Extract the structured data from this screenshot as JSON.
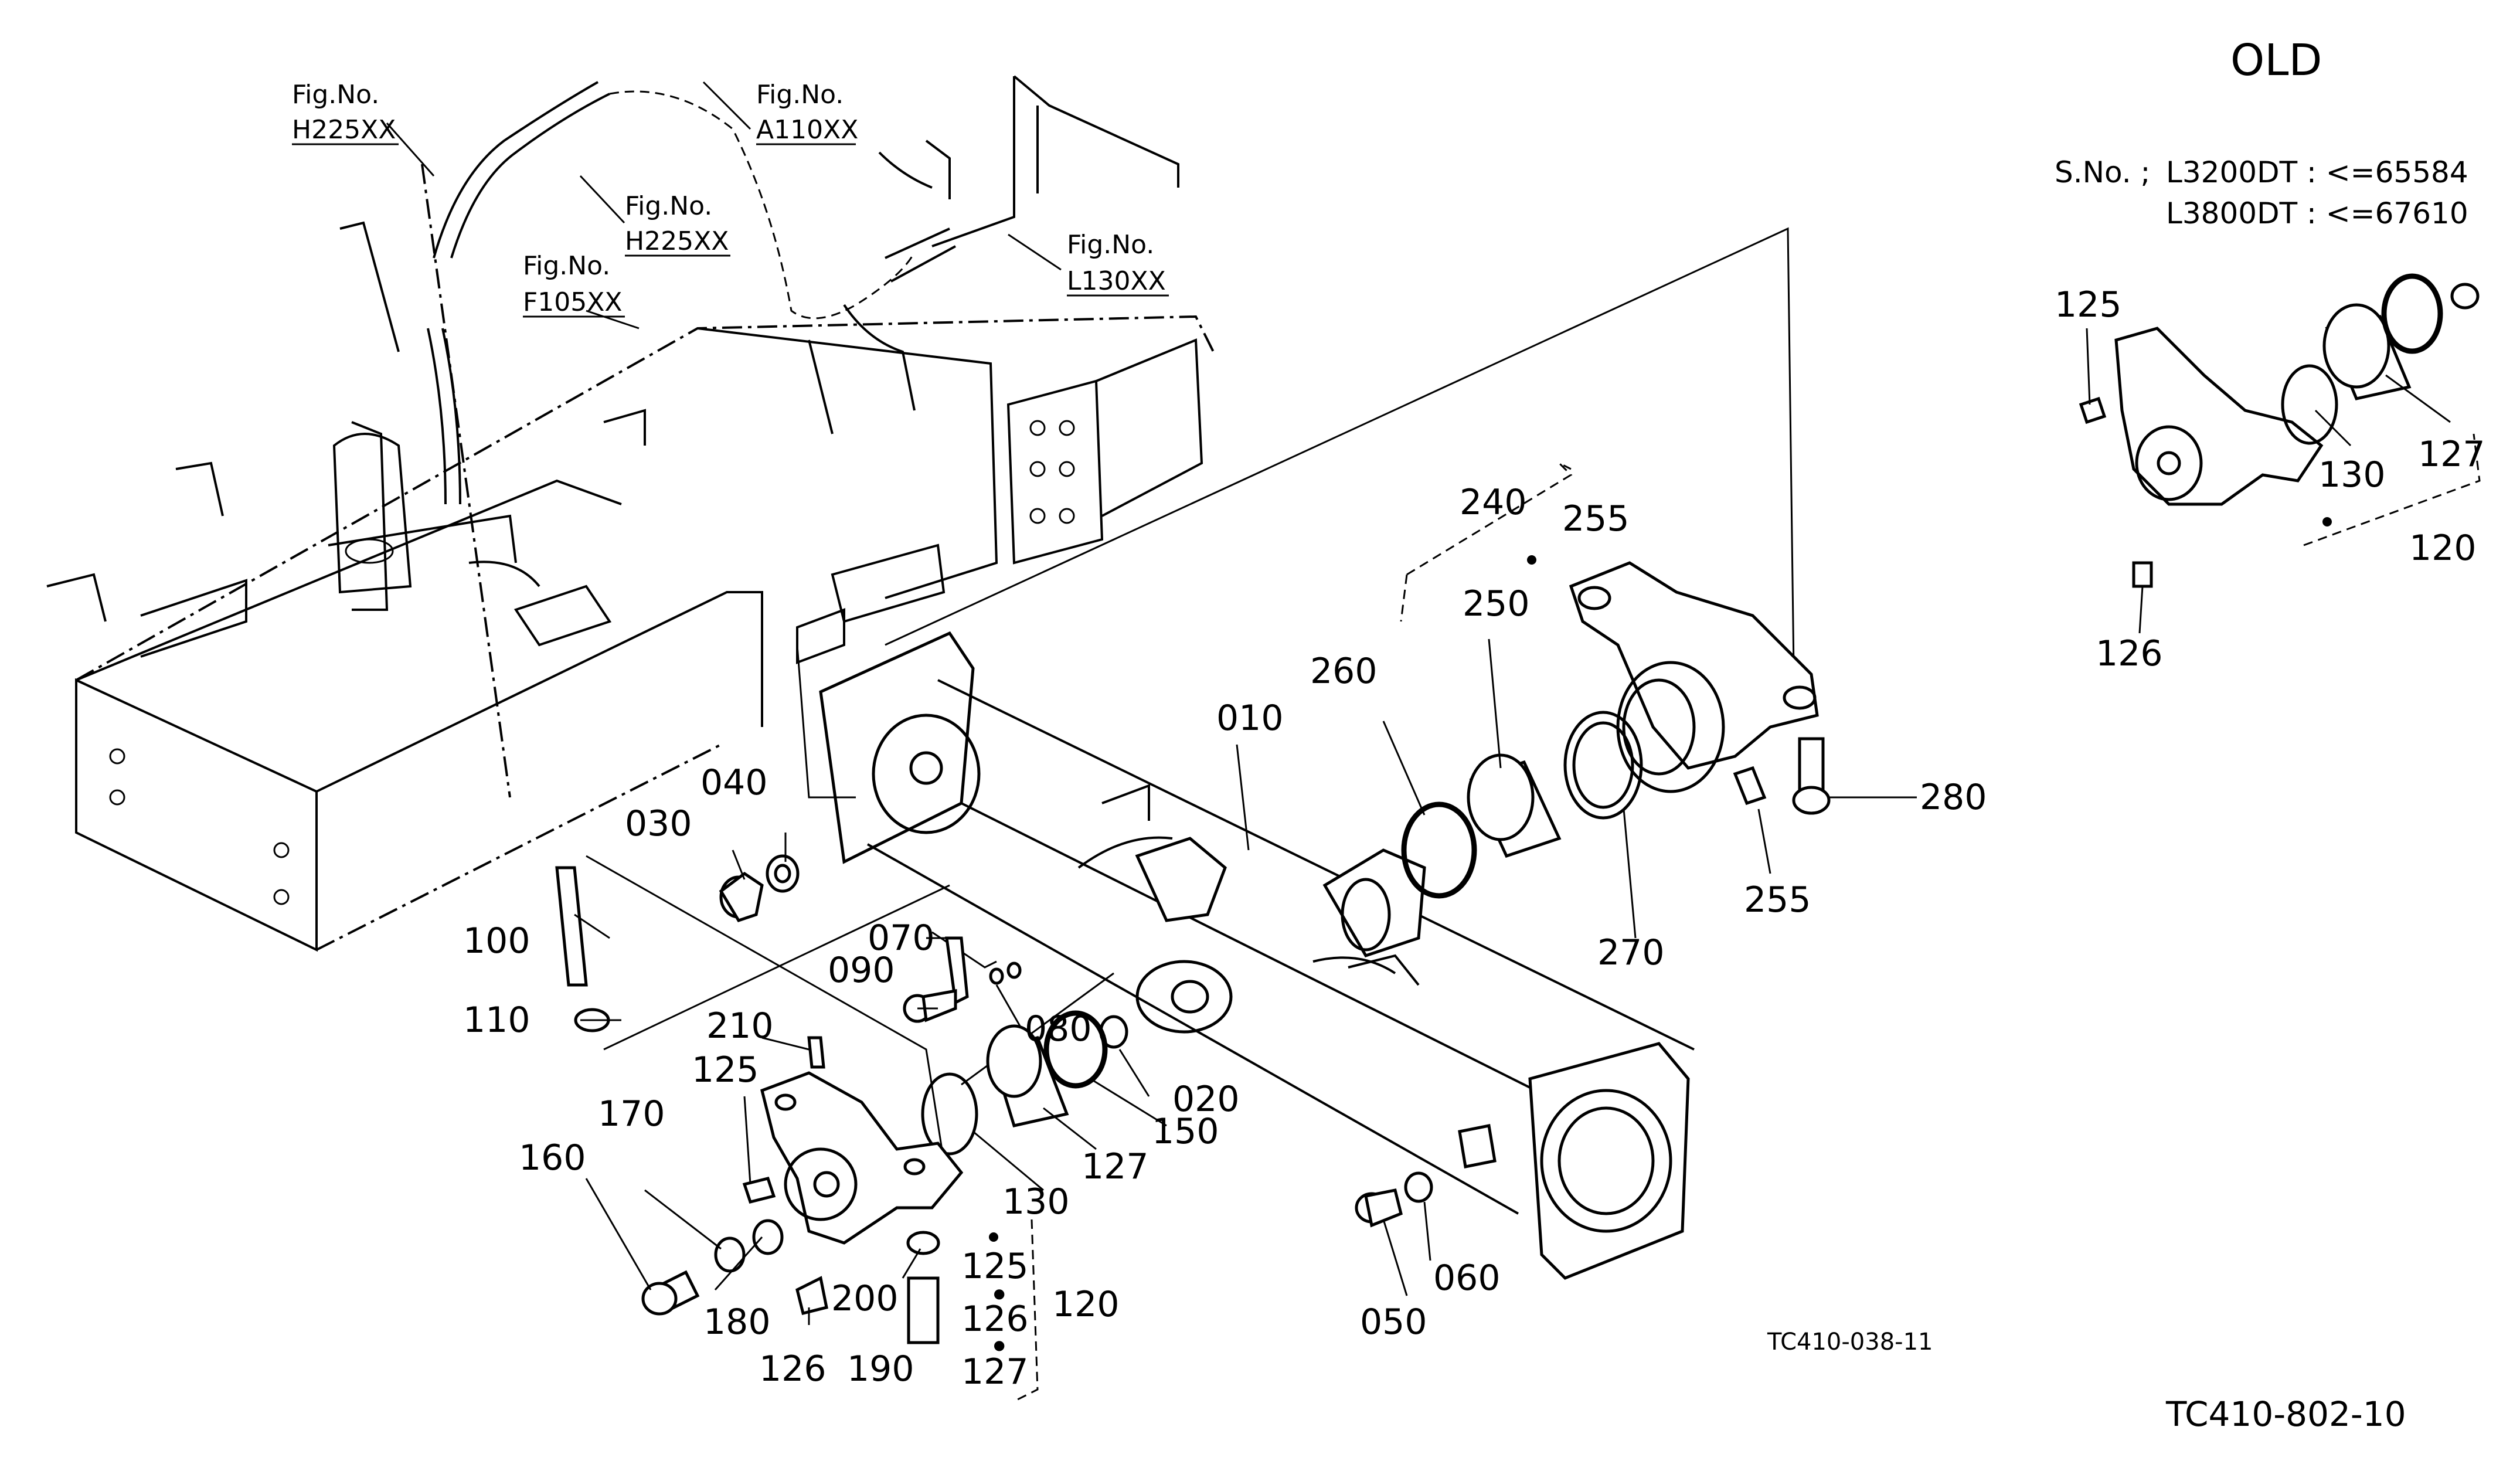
{
  "header": {
    "title": "OLD",
    "serial_prefix": "S.No. ;",
    "serial_lines": [
      "L3200DT : <=65584",
      "L3800DT : <=67610"
    ]
  },
  "figure_refs": [
    {
      "id": "fig-h225-left",
      "label": "Fig.No.",
      "code": "H225XX"
    },
    {
      "id": "fig-a110",
      "label": "Fig.No.",
      "code": "A110XX"
    },
    {
      "id": "fig-h225-mid",
      "label": "Fig.No.",
      "code": "H225XX"
    },
    {
      "id": "fig-f105",
      "label": "Fig.No.",
      "code": "F105XX"
    },
    {
      "id": "fig-l130",
      "label": "Fig.No.",
      "code": "L130XX"
    }
  ],
  "parts": {
    "p010": "010",
    "p020": "020",
    "p030": "030",
    "p040": "040",
    "p050": "050",
    "p060": "060",
    "p070": "070",
    "p080": "080",
    "p090": "090",
    "p100": "100",
    "p110": "110",
    "p120": "120",
    "p125": "125",
    "p125b": "125",
    "p126": "126",
    "p126b": "126",
    "p127": "127",
    "p127b": "127",
    "p130": "130",
    "p150": "150",
    "p160": "160",
    "p170": "170",
    "p180": "180",
    "p190": "190",
    "p200": "200",
    "p210": "210",
    "p240": "240",
    "p250": "250",
    "p255": "255",
    "p255b": "255",
    "p260": "260",
    "p270": "270",
    "p280": "280"
  },
  "inset_parts": {
    "p125": "125",
    "p126": "126",
    "p127": "127",
    "p130": "130",
    "p120": "120"
  },
  "codes": {
    "drawing": "TC410-038-11",
    "page": "TC410-802-10"
  }
}
